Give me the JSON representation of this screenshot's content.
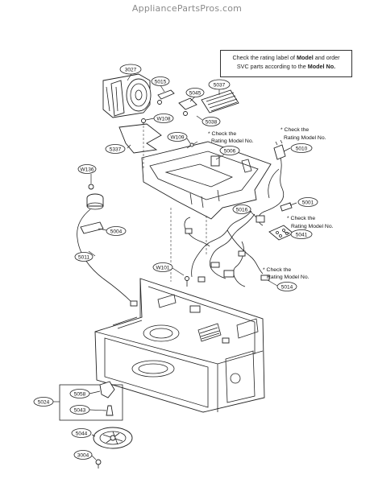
{
  "header": {
    "site": "AppliancePartsPros.com"
  },
  "note_box": {
    "line1_pre": "Check the rating label of ",
    "line1_bold": "Model",
    "line1_post": " and order",
    "line2_pre": "SVC parts according to the ",
    "line2_bold": "Model No."
  },
  "check_notes": {
    "check_the": "* Check the",
    "rating_model_no": "Rating Model No."
  },
  "part_labels": {
    "p3027": "3027",
    "p5015": "5015",
    "p5037": "5037",
    "p5045": "5045",
    "p5038": "5038",
    "w108": "W108",
    "w109": "W109",
    "p5006": "5006",
    "p5337": "5337",
    "w136": "W136",
    "p5010": "5010",
    "p5001": "5001",
    "p5016": "5016",
    "p5004": "5004",
    "p5041": "5041",
    "p5011": "5011",
    "w101": "W101",
    "p5014": "5014",
    "p5024": "5024",
    "p5058": "5058",
    "p5043": "5043",
    "p5044": "5044",
    "p3004": "3004"
  },
  "colors": {
    "line": "#222222",
    "background": "#ffffff",
    "watermark": "#8a8a8a"
  }
}
